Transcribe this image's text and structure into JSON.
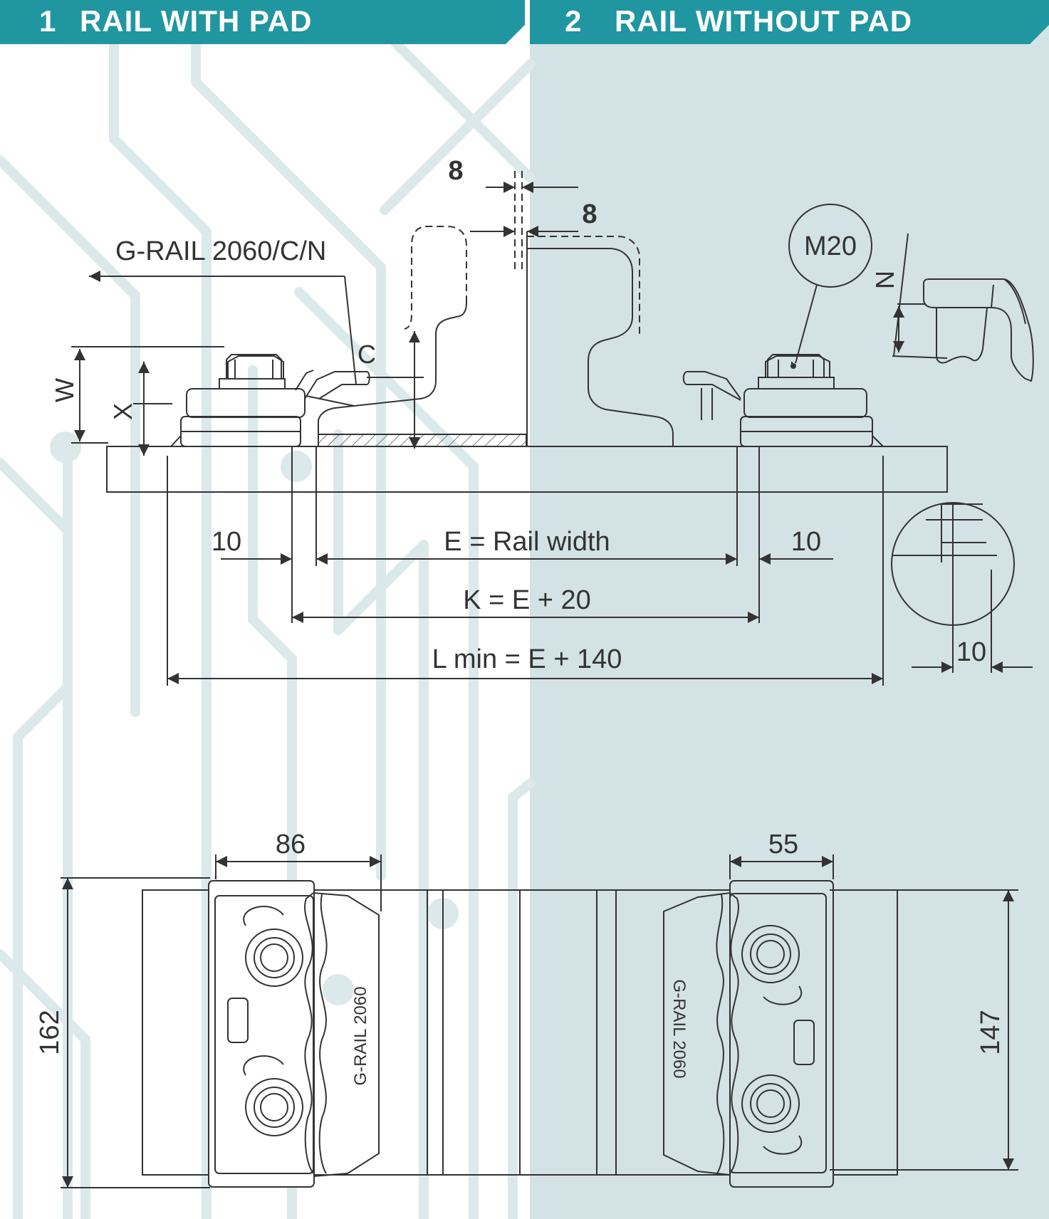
{
  "colors": {
    "accent": "#2096a1",
    "right_background": "#d3e2e4",
    "circuit_lines": "#dce9eb",
    "line": "#333333",
    "hatch": "#555555"
  },
  "panel_1": {
    "number": "1",
    "title": "RAIL WITH PAD"
  },
  "panel_2": {
    "number": "2",
    "title": "RAIL WITHOUT PAD"
  },
  "labels": {
    "clip_label": "G-RAIL 2060/C/N",
    "c": "C",
    "w": "W",
    "x": "X",
    "n": "N",
    "m20": "M20",
    "gap_top": "8",
    "gap_right": "8",
    "ten_left": "10",
    "rail_width": "E = Rail width",
    "ten_right": "10",
    "k_formula": "K = E + 20",
    "l_formula": "L min = E + 140",
    "ten_detail": "10",
    "width_86": "86",
    "width_55": "55",
    "height_162": "162",
    "height_147": "147",
    "clip_text_left": "G-RAIL 2060",
    "clip_text_right": "G-RAIL 2060"
  },
  "icons": {
    "nut": "hex-nut-icon",
    "detail": "magnifier-circle-icon"
  }
}
